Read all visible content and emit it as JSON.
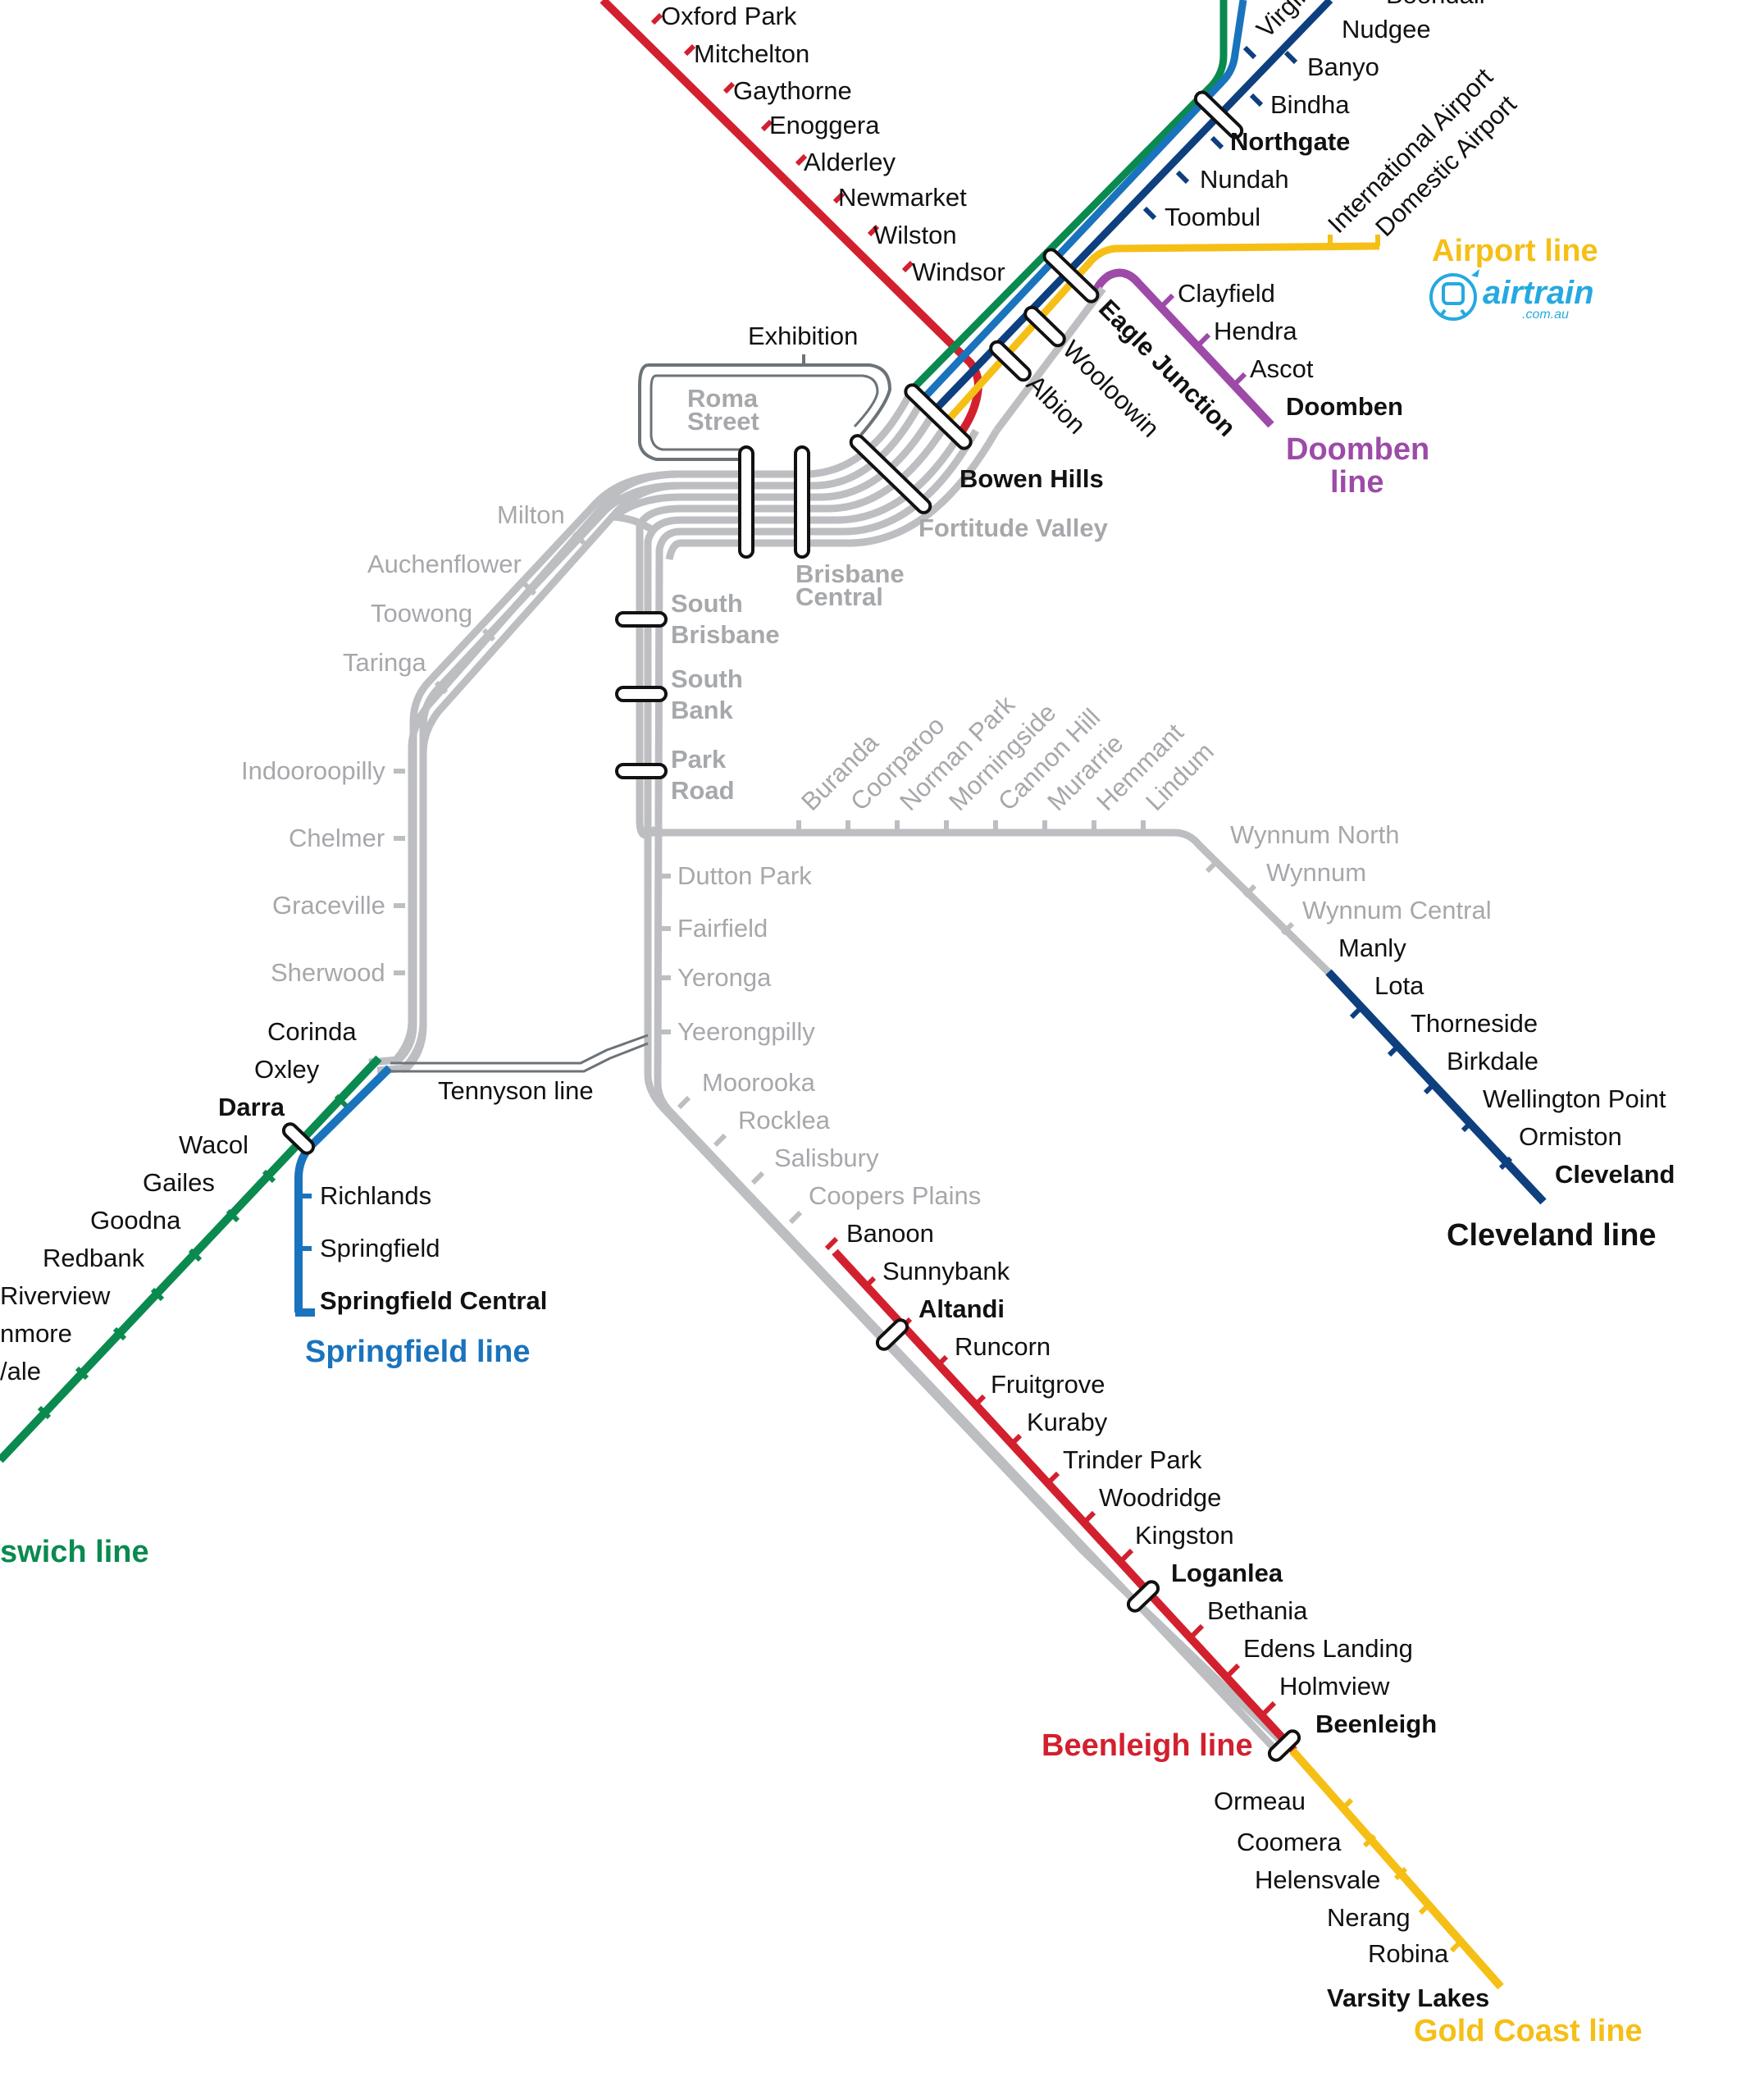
{
  "colors": {
    "ipswich": "#0a8a4f",
    "springfield": "#1a73bd",
    "redcliffe_navy": "#0e3f7f",
    "beenleigh": "#d2202f",
    "airport_gold": "#f5bf16",
    "doomben": "#9d4aa8",
    "cleveland": "#0e3f7f",
    "inner_grey": "#bdbec1",
    "exhibition_loop": "#6c7378",
    "label_grey": "#a6a8ab",
    "airtrain": "#25a9e0"
  },
  "line_labels": {
    "airport": "Airport line",
    "doomben": "Doomben line",
    "cleveland": "Cleveland line",
    "springfield": "Springfield line",
    "ipswich": "swich line",
    "beenleigh": "Beenleigh line",
    "gold_coast": "Gold Coast line",
    "tennyson": "Tennyson line"
  },
  "airtrain": {
    "brand": "airtrain",
    "domain": ".com.au",
    "icon": "airtrain-train-icon"
  },
  "stations": {
    "north": [
      "Oxford Park",
      "Mitchelton",
      "Gaythorne",
      "Enoggera",
      "Alderley",
      "Newmarket",
      "Wilston",
      "Windsor"
    ],
    "northeast": [
      "Virgini",
      "Nudgee",
      "Banyo",
      "Bindha",
      "Northgate",
      "Nundah",
      "Toombul",
      "Boondall"
    ],
    "airport": [
      "International Airport",
      "Domestic Airport"
    ],
    "doomben": [
      "Clayfield",
      "Hendra",
      "Ascot",
      "Doomben"
    ],
    "junction": [
      "Eagle Junction",
      "Wooloowin",
      "Albion",
      "Bowen Hills",
      "Exhibition"
    ],
    "city": [
      "Roma Street",
      "Fortitude Valley",
      "Brisbane Central",
      "South Brisbane",
      "South Bank",
      "Park Road"
    ],
    "west": [
      "Milton",
      "Auchenflower",
      "Toowong",
      "Taringa",
      "Indooroopilly",
      "Chelmer",
      "Graceville",
      "Sherwood"
    ],
    "southwest": [
      "Corinda",
      "Oxley",
      "Darra",
      "Wacol",
      "Gailes",
      "Goodna",
      "Redbank",
      "Riverview",
      "nmore",
      "/ale"
    ],
    "springfield": [
      "Richlands",
      "Springfield",
      "Springfield Central"
    ],
    "cleveland_inner": [
      "Buranda",
      "Coorparoo",
      "Norman Park",
      "Morningside",
      "Cannon Hill",
      "Murarrie",
      "Hemmant",
      "Lindum"
    ],
    "cleveland_outer": [
      "Wynnum North",
      "Wynnum",
      "Wynnum Central",
      "Manly",
      "Lota",
      "Thorneside",
      "Birkdale",
      "Wellington Point",
      "Ormiston",
      "Cleveland"
    ],
    "south_inner": [
      "Dutton Park",
      "Fairfield",
      "Yeronga",
      "Yeerongpilly",
      "Moorooka",
      "Rocklea",
      "Salisbury",
      "Coopers Plains"
    ],
    "beenleigh": [
      "Banoon",
      "Sunnybank",
      "Altandi",
      "Runcorn",
      "Fruitgrove",
      "Kuraby",
      "Trinder Park",
      "Woodridge",
      "Kingston",
      "Loganlea",
      "Bethania",
      "Edens Landing",
      "Holmview",
      "Beenleigh"
    ],
    "gold_coast": [
      "Ormeau",
      "Coomera",
      "Helensvale",
      "Nerang",
      "Robina",
      "Varsity Lakes"
    ]
  }
}
